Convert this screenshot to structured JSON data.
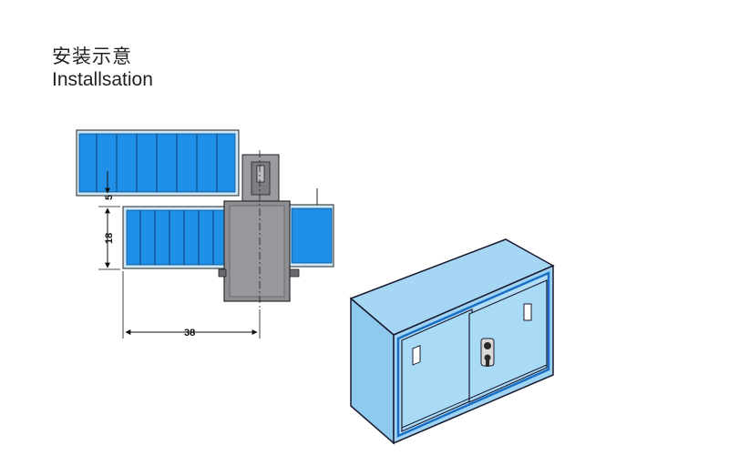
{
  "title": {
    "chinese": "安装示意",
    "english": "Installsation"
  },
  "dimensions": {
    "gap": "5",
    "height": "18",
    "width": "38"
  },
  "colors": {
    "panel_blue": "#1f8fe8",
    "panel_frame": "#8ec9ef",
    "cabinet_face": "#a5d7f5",
    "cabinet_outline": "#1a1a2e",
    "lock_body": "#8e8e93",
    "lock_dark": "#2a2a2a"
  }
}
